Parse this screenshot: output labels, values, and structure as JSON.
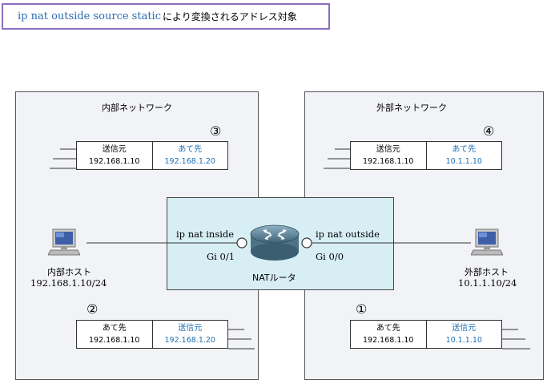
{
  "title": {
    "code": "ip nat outside source static",
    "rest": "により変換されるアドレス対象"
  },
  "inside_network": {
    "label": "内部ネットワーク",
    "host_name": "内部ホスト",
    "host_addr": "192.168.1.10/24",
    "packet3": {
      "marker": "③",
      "src_label": "送信元",
      "src_addr": "192.168.1.10",
      "dst_label": "あて先",
      "dst_addr": "192.168.1.20"
    },
    "packet2": {
      "marker": "②",
      "left_label": "あて先",
      "left_addr": "192.168.1.10",
      "right_label": "送信元",
      "right_addr": "192.168.1.20"
    }
  },
  "outside_network": {
    "label": "外部ネットワーク",
    "host_name": "外部ホスト",
    "host_addr": "10.1.1.10/24",
    "packet4": {
      "marker": "④",
      "src_label": "送信元",
      "src_addr": "192.168.1.10",
      "dst_label": "あて先",
      "dst_addr": "10.1.1.10"
    },
    "packet1": {
      "marker": "①",
      "left_label": "あて先",
      "left_addr": "192.168.1.10",
      "right_label": "送信元",
      "right_addr": "10.1.1.10"
    }
  },
  "router": {
    "name": "NATルータ",
    "inside_cmd": "ip nat inside",
    "inside_if": "Gi 0/1",
    "outside_cmd": "ip nat outside",
    "outside_if": "Gi 0/0"
  },
  "colors": {
    "title_border": "#8a6fbf",
    "accent_text": "#1f6fb5",
    "network_bg": "#f2f3f6",
    "router_area_bg": "#d7eef4"
  },
  "icons": [
    "pc-icon",
    "router-icon"
  ]
}
